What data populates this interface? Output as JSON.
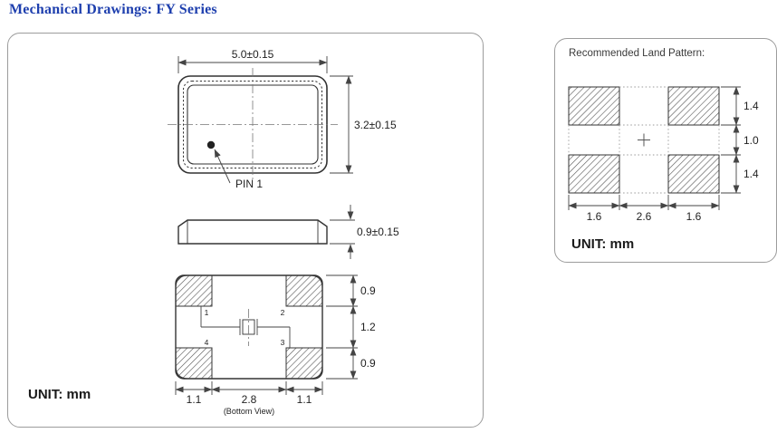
{
  "page": {
    "title": "Mechanical Drawings: FY Series"
  },
  "colors": {
    "title_blue": "#1e3fae",
    "line": "#333333",
    "panel_border": "#9c9c9c",
    "hatch": "#555555"
  },
  "main_panel": {
    "unit_label": "UNIT: mm",
    "top_view": {
      "width_dim": "5.0±0.15",
      "height_dim": "3.2±0.15",
      "pin1_label": "PIN 1"
    },
    "side_view": {
      "thickness_dim": "0.9±0.15"
    },
    "bottom_view": {
      "pad_numbers": [
        "1",
        "2",
        "3",
        "4"
      ],
      "right_dims": [
        "0.9",
        "1.2",
        "0.9"
      ],
      "bottom_dims": [
        "1.1",
        "2.8",
        "1.1"
      ],
      "caption": "(Bottom View)"
    }
  },
  "land_pattern": {
    "title": "Recommended Land Pattern:",
    "right_dims": [
      "1.4",
      "1.0",
      "1.4"
    ],
    "bottom_dims": [
      "1.6",
      "2.6",
      "1.6"
    ],
    "unit_label": "UNIT: mm"
  }
}
